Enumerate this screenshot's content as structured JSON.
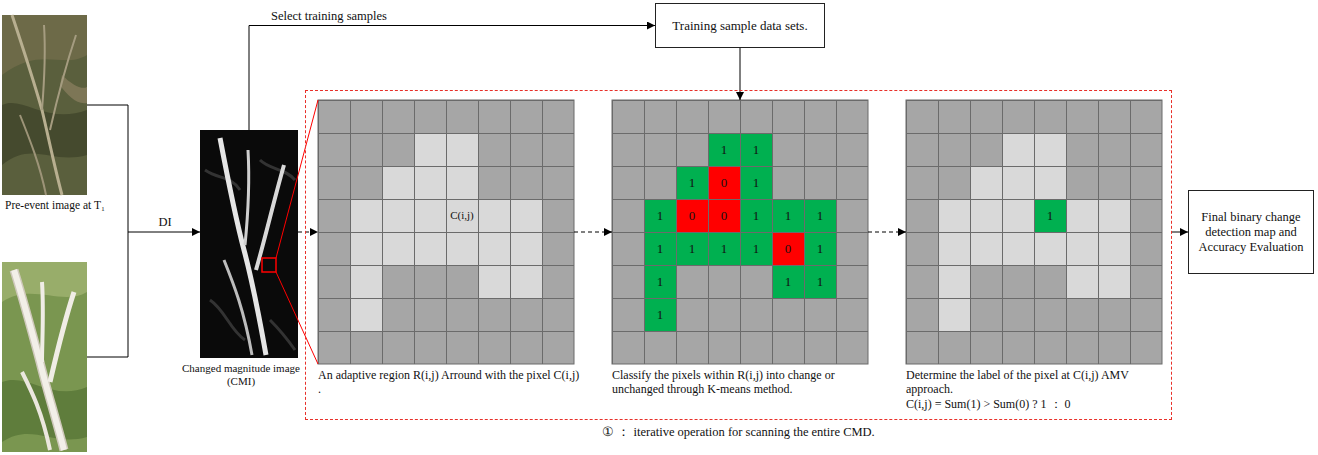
{
  "diagram": {
    "nodes": [
      {
        "text": [
          "Pre-event image at T₁"
        ]
      },
      {
        "text": [
          "Changed magnitude image (CMI)"
        ]
      },
      {
        "text": [
          "Training sample data sets."
        ]
      },
      {
        "text": [
          "① ： iterative operation for scanning the entire CMD."
        ]
      },
      {
        "text": [
          "An adaptive region R(i,j) Arround with the pixel C(i,j) ."
        ],
        "in": 3
      },
      {
        "text": [
          "Classify the pixels within R(i,j) into change or unchanged through K-means method."
        ],
        "in": 3
      },
      {
        "text": [
          "Determine the label of the pixel at C(i,j) AMV approach.",
          "C(i,j) = Sum(1) > Sum(0) ? 1 ： 0"
        ],
        "in": 3
      },
      {
        "text": [
          "Final binary change detection map and Accuracy Evaluation"
        ]
      }
    ],
    "edges": [
      {
        "from": 0,
        "to": 1,
        "label": "DI",
        "arrow": "to"
      },
      {
        "from": 1,
        "to": 2,
        "label": "Select training samples",
        "arrow": "to"
      },
      {
        "from": 1,
        "to": 4,
        "arrow": "none"
      },
      {
        "from": 1,
        "to": 4,
        "arrow": "to"
      },
      {
        "from": 4,
        "to": 5,
        "arrow": "to"
      },
      {
        "from": 5,
        "to": 6,
        "arrow": "to"
      },
      {
        "from": 2,
        "to": 5,
        "arrow": "to"
      },
      {
        "from": 3,
        "to": 7,
        "arrow": "to"
      }
    ],
    "labels": [
      "C(i,j)",
      "1",
      "1",
      "1",
      "0",
      "1",
      "1",
      "0",
      "0",
      "1",
      "1",
      "1",
      "1",
      "1",
      "1",
      "1",
      "0",
      "1",
      "1",
      "1",
      "1",
      "1",
      "1"
    ]
  }
}
